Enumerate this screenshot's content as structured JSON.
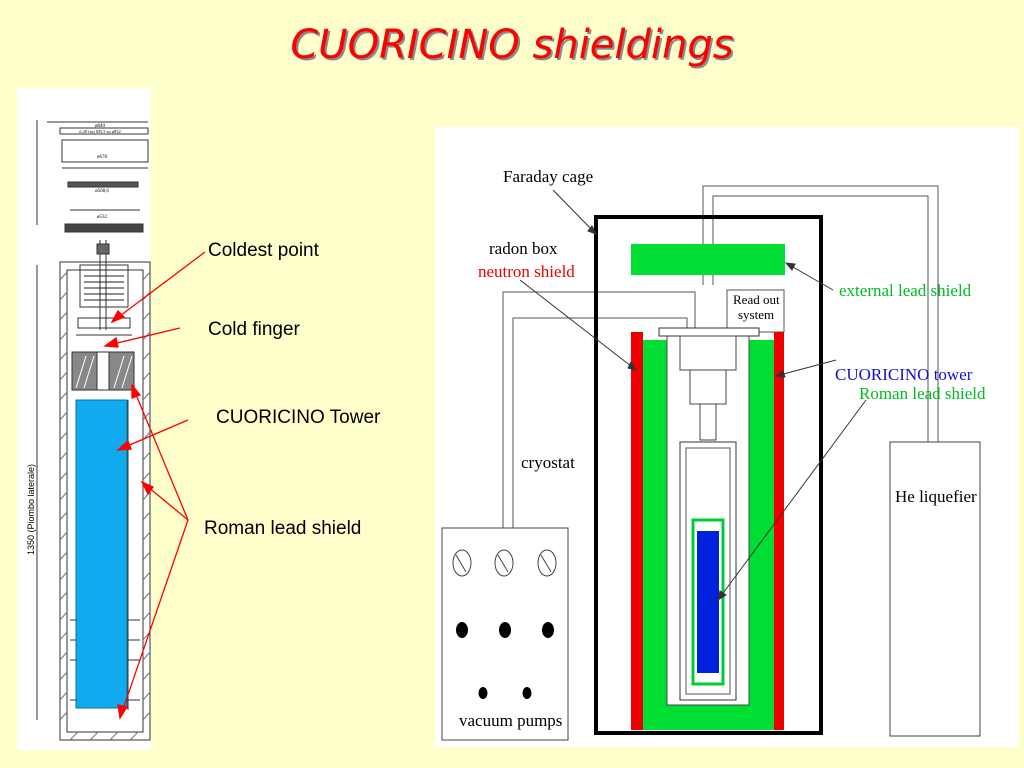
{
  "title": "CUORICINO shieldings",
  "left_labels": {
    "coldest_point": "Coldest point",
    "cold_finger": "Cold finger",
    "tower": "CUORICINO Tower",
    "roman_lead": "Roman lead shield"
  },
  "drawing_text": {
    "dim_top": "ø840",
    "dim_2": "ô,39 fori M5.5 su ø832",
    "dim_3": "ø678",
    "dim_4": "ø568,6",
    "dim_5": "ø532",
    "dim_height": "1350 (Piombo laterale)"
  },
  "right_labels": {
    "faraday": "Faraday cage",
    "radon": "radon box",
    "neutron": "neutron shield",
    "external_lead": "external lead shield",
    "readout_line1": "Read out",
    "readout_line2": "system",
    "cuoricino_tower": "CUORICINO tower",
    "roman_lead": "Roman lead shield",
    "cryostat": "cryostat",
    "he_liquefier": "He liquefier",
    "vacuum_pumps": "vacuum pumps"
  },
  "colors": {
    "title": "#ff0000",
    "background": "#ffffcc",
    "green_shield": "#00dd33",
    "red_shield": "#ee0000",
    "tower_blue": "#0022dd",
    "cryostat_blue": "#11aaee",
    "annotation_red": "#ff0000"
  }
}
